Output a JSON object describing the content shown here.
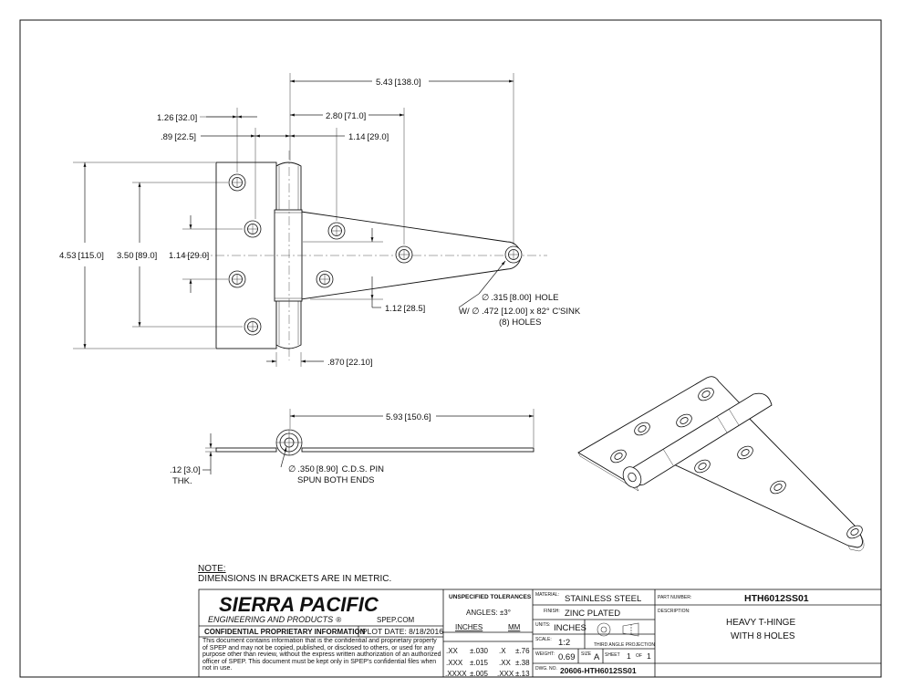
{
  "drawing": {
    "dims": {
      "overall_length": "5.43",
      "overall_length_mm": "138.0",
      "hole_offset_a": "1.26",
      "hole_offset_a_mm": "32.0",
      "hole_offset_b": "2.80",
      "hole_offset_b_mm": "71.0",
      "hole_offset_c": ".89",
      "hole_offset_c_mm": "22.5",
      "hole_offset_d": "1.14",
      "hole_offset_d_mm": "29.0",
      "leaf_height": "4.53",
      "leaf_height_mm": "115.0",
      "hole_span": "3.50",
      "hole_span_mm": "89.0",
      "hole_pitch": "1.14",
      "hole_pitch_mm": "29.0",
      "strap_width": "1.12",
      "strap_width_mm": "28.5",
      "knuckle_width": ".870",
      "knuckle_width_mm": "22.10",
      "strap_length": "5.93",
      "strap_length_mm": "150.6",
      "thickness": ".12",
      "thickness_mm": "3.0",
      "thickness_label": "THK."
    },
    "callouts": {
      "hole_line1_prefix": ".315",
      "hole_line1_mm": "8.00",
      "hole_line1_suffix": "HOLE",
      "hole_line2": "W/ ∅ .472 [12.00] x 82° C'SINK",
      "hole_line3": "(8) HOLES",
      "pin_line1_prefix": ".350",
      "pin_line1_mm": "8.90",
      "pin_line1_suffix": "C.D.S. PIN",
      "pin_line2": "SPUN BOTH ENDS"
    }
  },
  "note": {
    "heading": "NOTE:",
    "text": "DIMENSIONS IN BRACKETS ARE IN METRIC."
  },
  "title_block": {
    "company_name": "SIERRA PACIFIC",
    "company_sub": "ENGINEERING AND PRODUCTS",
    "company_reg": "®",
    "website": "SPEP.COM",
    "confidential_label": "CONFIDENTIAL PROPRIETARY INFORMATION",
    "plot_date": "PLOT DATE:  8/18/2016",
    "confidential_text": "This document contains information that is the confidential and proprietary property of SPEP and may not be copied, published, or disclosed to others, or used for any purpose  other than review, without the express written authorization of an authorized officer of SPEP. This document must be kept only in SPEP's confidential files when not in use.",
    "tolerances": {
      "heading": "UNSPECIFIED TOLERANCES",
      "angles": "ANGLES: ±3°",
      "inches_label": "INCHES",
      "mm_label": "MM",
      "rows": [
        {
          "in_fmt": ".XX",
          "in_tol": "±.030",
          "mm_fmt": ".X",
          "mm_tol": "±.76"
        },
        {
          "in_fmt": ".XXX",
          "in_tol": "±.015",
          "mm_fmt": ".XX",
          "mm_tol": "±.38"
        },
        {
          "in_fmt": ".XXXX",
          "in_tol": "±.005",
          "mm_fmt": ".XXX",
          "mm_tol": "±.13"
        }
      ]
    },
    "material_label": "MATERIAL:",
    "material": "STAINLESS STEEL",
    "finish_label": "FINISH:",
    "finish": "ZINC PLATED",
    "units_label": "UNITS:",
    "units": "INCHES",
    "scale_label": "SCALE:",
    "scale": "1:2",
    "projection_label": "THIRD ANGLE PROJECTION",
    "weight_label": "WEIGHT:",
    "weight": "0.69",
    "size_label": "SIZE",
    "size": "A",
    "sheet_label": "SHEET",
    "sheet_num": "1",
    "sheet_of": "OF",
    "sheet_total": "1",
    "dwg_label": "DWG. NO.",
    "dwg_no": "20606-HTH6012SS01",
    "part_number_label": "PART NUMBER:",
    "part_number": "HTH6012SS01",
    "description_label": "DESCRIPTION:",
    "description_line1": "HEAVY T-HINGE",
    "description_line2": "WITH 8 HOLES"
  }
}
